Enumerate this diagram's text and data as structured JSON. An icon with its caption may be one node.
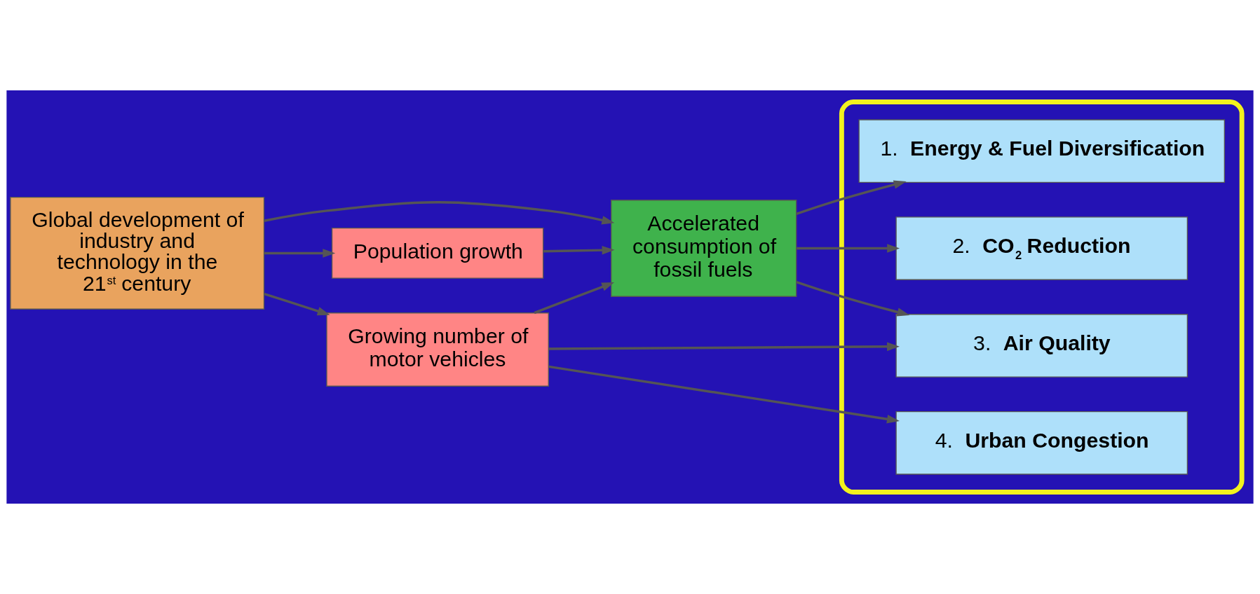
{
  "diagram": {
    "nodes": [
      {
        "text": [
          "Global development of industry and technology in the 21$^{st}$ century"
        ]
      },
      {
        "text": [
          "Accelerated consumption of fossil fuels"
        ]
      },
      {
        "text": [],
        "shape": "box"
      },
      {
        "text": [
          "1.  **Energy & Fuel Diversification**"
        ],
        "in": 2
      },
      {
        "text": [
          "2.  **CO$_{2}$ Reduction**"
        ],
        "in": 2
      },
      {
        "text": [
          "3.  **Air Quality**"
        ],
        "in": 2
      },
      {
        "text": [
          "4.  **Urban Congestion**"
        ],
        "in": 2
      },
      {
        "text": [
          "Population growth"
        ]
      },
      {
        "text": [
          "Growing number of motor vehicles"
        ]
      }
    ],
    "edges": [
      {
        "from": 0,
        "to": 1,
        "arrow": "to"
      },
      {
        "from": 7,
        "to": 1,
        "arrow": "to"
      },
      {
        "from": 8,
        "to": 1,
        "arrow": "to"
      },
      {
        "from": 1,
        "to": 3,
        "arrow": "to"
      },
      {
        "from": 1,
        "to": 4,
        "arrow": "to"
      },
      {
        "from": 1,
        "to": 5,
        "arrow": "to"
      },
      {
        "from": 8,
        "to": 5,
        "arrow": "to"
      },
      {
        "from": 8,
        "to": 6,
        "arrow": "to"
      },
      {
        "from": 0,
        "to": 7,
        "arrow": "to"
      },
      {
        "from": 0,
        "to": 8,
        "arrow": "to"
      }
    ]
  }
}
